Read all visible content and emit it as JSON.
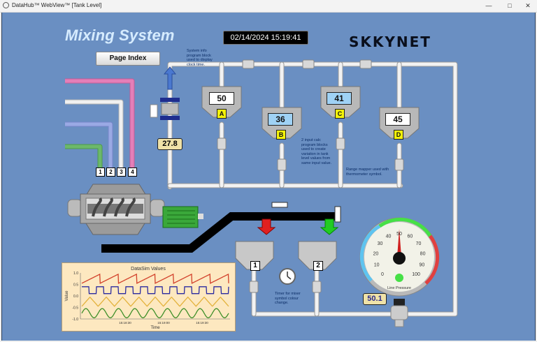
{
  "window": {
    "title": "DataHub™ WebView™ [Tank Level]",
    "minimize_glyph": "—",
    "maximize_glyph": "□",
    "close_glyph": "✕"
  },
  "page": {
    "heading": "Mixing System",
    "clock": "02/14/2024 15:19:41",
    "page_index_label": "Page Index",
    "logo": "SKKYNET"
  },
  "notes": {
    "system_info": "System info program block used to display clock time.",
    "calc": "2 input calc program blocks used to create variation in tank level values from same input value.",
    "range_mapper": "Range mapper used with thermometer symbol.",
    "timer": "Timer for mixer symbol colour change."
  },
  "inlets": [
    {
      "label": "1",
      "color": "#6cb86a"
    },
    {
      "label": "2",
      "color": "#9aa9e4"
    },
    {
      "label": "3",
      "color": "#f0f0f0"
    },
    {
      "label": "4",
      "color": "#e47fb8"
    }
  ],
  "flow_meter": {
    "value": "27.8"
  },
  "tanks": [
    {
      "letter": "A",
      "value": "50",
      "bg": "#ffffff"
    },
    {
      "letter": "B",
      "value": "36",
      "bg": "#9fd2f5"
    },
    {
      "letter": "C",
      "value": "41",
      "bg": "#9fd2f5"
    },
    {
      "letter": "D",
      "value": "45",
      "bg": "#ffffff"
    }
  ],
  "mixers": [
    {
      "label": "1",
      "arrow_color": "#e02020"
    },
    {
      "label": "2",
      "arrow_color": "#22cc22"
    }
  ],
  "gauge": {
    "label": "Line Pressure",
    "value": 50,
    "min": 0,
    "max": 100,
    "ticks": [
      "0",
      "10",
      "20",
      "30",
      "40",
      "50",
      "60",
      "70",
      "80",
      "90",
      "100"
    ]
  },
  "pressure_readout": {
    "value": "50.1"
  },
  "chart_data": {
    "type": "line",
    "title": "DataSim Values",
    "xlabel": "Time",
    "ylabel": "Value",
    "ylim": [
      -1.0,
      1.0
    ],
    "yticks": [
      "1.0",
      "0.5",
      "0.0",
      "-0.5",
      "-1.0"
    ],
    "xticks": [
      "15:18:30",
      "15:19:00",
      "15:19:30"
    ],
    "series": [
      {
        "name": "ramp",
        "color": "#d2402a",
        "shape": "sawtooth",
        "min": 0.55,
        "max": 0.95,
        "periods": 8
      },
      {
        "name": "square",
        "color": "#2a2aa0",
        "shape": "square",
        "min": 0.1,
        "max": 0.4,
        "periods": 10
      },
      {
        "name": "triangle",
        "color": "#e3b23c",
        "shape": "triangle",
        "min": -0.45,
        "max": -0.05,
        "periods": 9
      },
      {
        "name": "sine",
        "color": "#3f8f2a",
        "shape": "sine",
        "min": -0.95,
        "max": -0.55,
        "periods": 9
      }
    ]
  }
}
